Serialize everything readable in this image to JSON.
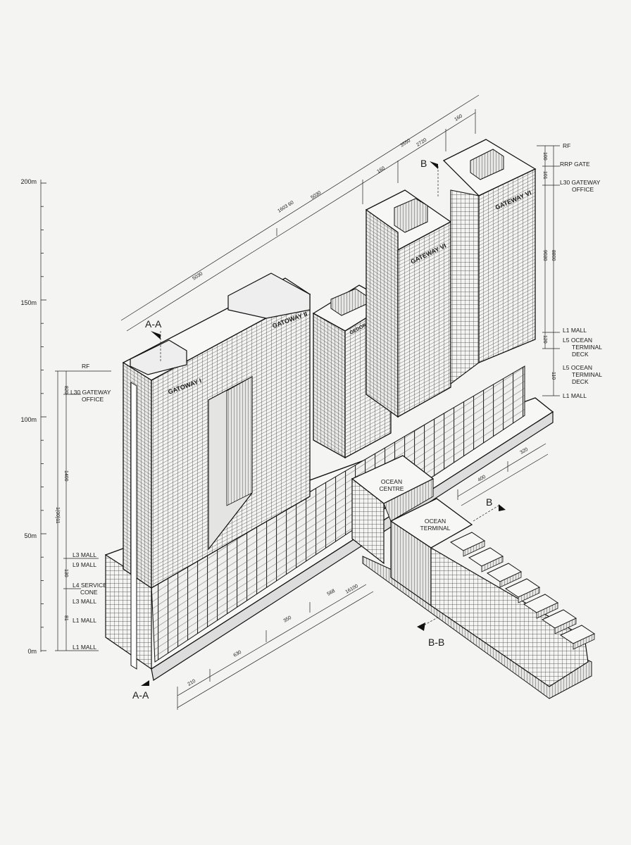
{
  "drawing": {
    "height_scale": {
      "ticks": [
        "200m",
        "150m",
        "100m",
        "50m",
        "0m"
      ]
    },
    "left_levels": {
      "labels": [
        "RF",
        "L30 GATEWAY",
        "OFFICE",
        "L3 MALL",
        "L9 MALL",
        "L4 SERVICE",
        "CONE",
        "L3 MALL",
        "L1 MALL",
        "L1 MALL"
      ],
      "dims": [
        "820",
        "1400",
        "1(00)11",
        "130",
        "81"
      ]
    },
    "right_levels": {
      "labels": [
        "RF",
        "RRP GATE",
        "L30 GATEWAY",
        "OFFICE",
        "L1 MALL",
        "L5 OCEAN",
        "TERMINAL",
        "DECK",
        "L5 OCEAN",
        "TERMINAL",
        "DECK",
        "L1 MALL"
      ],
      "dims": [
        "100",
        "101",
        "9030",
        "8800",
        "120",
        "110"
      ]
    },
    "top_dims": [
      "5030",
      "1603 60",
      "5030",
      "160",
      "3550",
      "2720",
      "160"
    ],
    "bottom_dims": [
      "210",
      "630",
      "350",
      "568",
      "16100"
    ],
    "right_dims": [
      "400",
      "320"
    ],
    "buildings": [
      "GATOWAY I",
      "GATOWAY II",
      "GEDOR CENTRE",
      "GATEWAY VI",
      "GATEWAY VI",
      "OCEAN",
      "CENTRE",
      "OCEAN",
      "TERMINAL"
    ],
    "sections": {
      "aa_top": "A-A",
      "aa_bottom": "A-A",
      "b_top": "B",
      "b_right": "B",
      "bb": "B-B"
    },
    "colors": {
      "line": "#111111",
      "paper": "#f4f4f2",
      "hatch": "#555555"
    }
  }
}
